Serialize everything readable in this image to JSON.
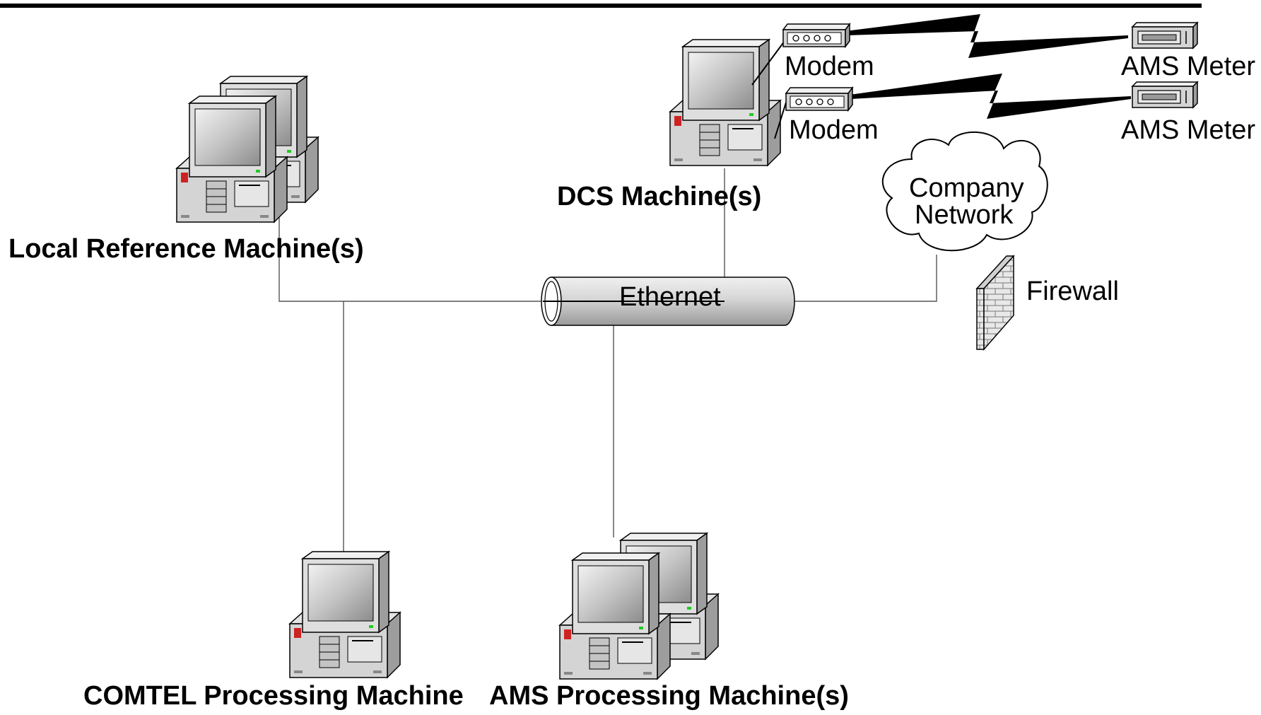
{
  "labels": {
    "local_reference": "Local Reference Machine(s)",
    "dcs": "DCS Machine(s)",
    "comtel": "COMTEL Processing Machine",
    "ams_processing": "AMS Processing Machine(s)",
    "modem_1": "Modem",
    "modem_2": "Modem",
    "ams_meter_1": "AMS Meter",
    "ams_meter_2": "AMS Meter",
    "company_network_line1": "Company",
    "company_network_line2": "Network",
    "ethernet": "Ethernet",
    "firewall": "Firewall"
  },
  "icons": {
    "computer": "computer-icon",
    "modem": "modem-icon",
    "meter": "meter-icon",
    "cloud": "cloud-icon",
    "firewall": "firewall-icon",
    "ethernet": "ethernet-cable-icon"
  },
  "colors": {
    "line": "#000000",
    "device_face": "#d9d9d9",
    "device_side": "#a6a6a6",
    "screen": "#bdbdbd",
    "led_green": "#22cc22",
    "led_red": "#cc2222"
  }
}
